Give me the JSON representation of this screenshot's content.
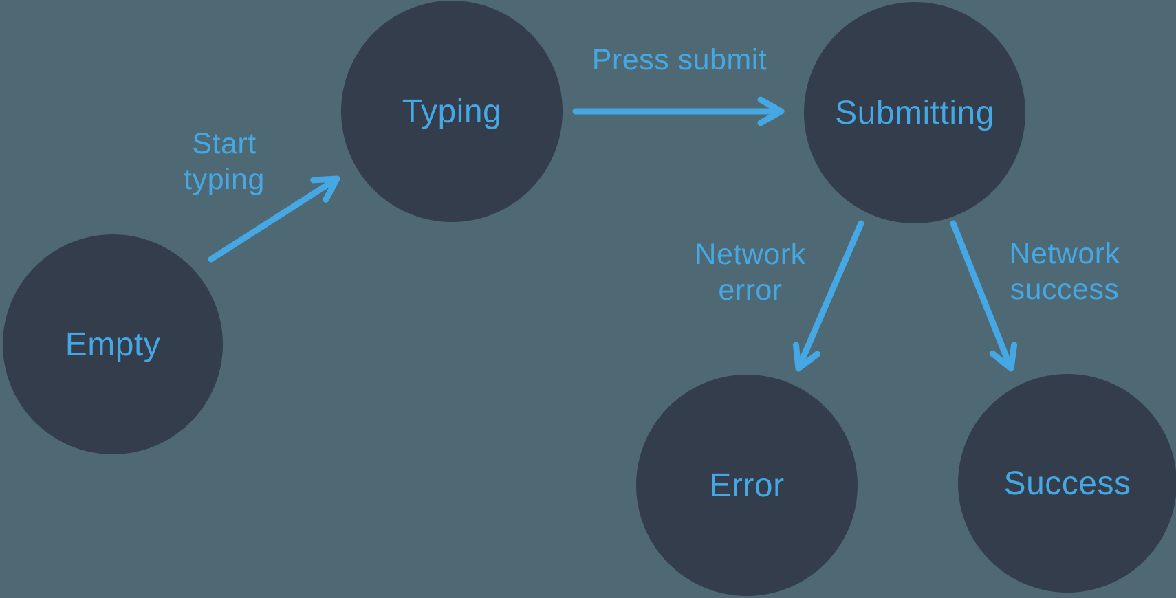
{
  "diagram": {
    "type": "state-machine",
    "colors": {
      "background": "#4e6973",
      "node_fill": "#333d4b",
      "accent": "#45a8e4"
    },
    "nodes": [
      {
        "id": "empty",
        "label": "Empty"
      },
      {
        "id": "typing",
        "label": "Typing"
      },
      {
        "id": "submitting",
        "label": "Submitting"
      },
      {
        "id": "error",
        "label": "Error"
      },
      {
        "id": "success",
        "label": "Success"
      }
    ],
    "edges": [
      {
        "from": "Empty",
        "to": "Typing",
        "label": "Start typing",
        "label_lines": [
          "Start",
          "typing"
        ]
      },
      {
        "from": "Typing",
        "to": "Submitting",
        "label": "Press submit",
        "label_lines": [
          "Press submit"
        ]
      },
      {
        "from": "Submitting",
        "to": "Error",
        "label": "Network error",
        "label_lines": [
          "Network",
          "error"
        ]
      },
      {
        "from": "Submitting",
        "to": "Success",
        "label": "Network success",
        "label_lines": [
          "Network",
          "success"
        ]
      }
    ]
  }
}
